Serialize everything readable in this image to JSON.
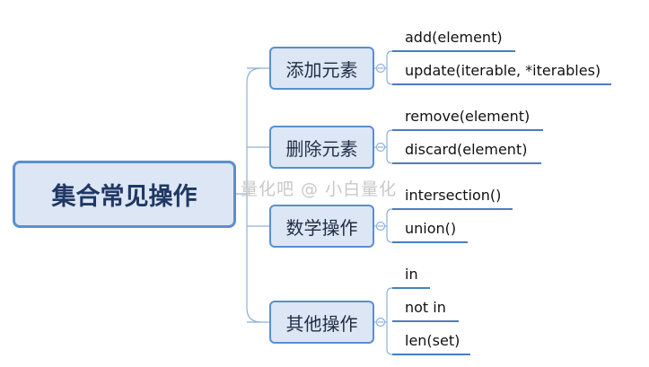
{
  "root": {
    "label": "集合常见操作"
  },
  "branches": [
    {
      "label": "添加元素",
      "leaves": [
        "add(element)",
        "update(iterable, *iterables)"
      ]
    },
    {
      "label": "删除元素",
      "leaves": [
        "remove(element)",
        "discard(element)"
      ]
    },
    {
      "label": "数学操作",
      "leaves": [
        "intersection()",
        "union()"
      ]
    },
    {
      "label": "其他操作",
      "leaves": [
        "in",
        "not in",
        "len(set)"
      ]
    }
  ],
  "watermark": "量化吧 @ 小白量化",
  "colors": {
    "node_fill": "#dce6f4",
    "node_border": "#5b8fcf",
    "underline": "#4a7ebf",
    "connector": "#8db0d8",
    "root_text": "#1f3864"
  }
}
